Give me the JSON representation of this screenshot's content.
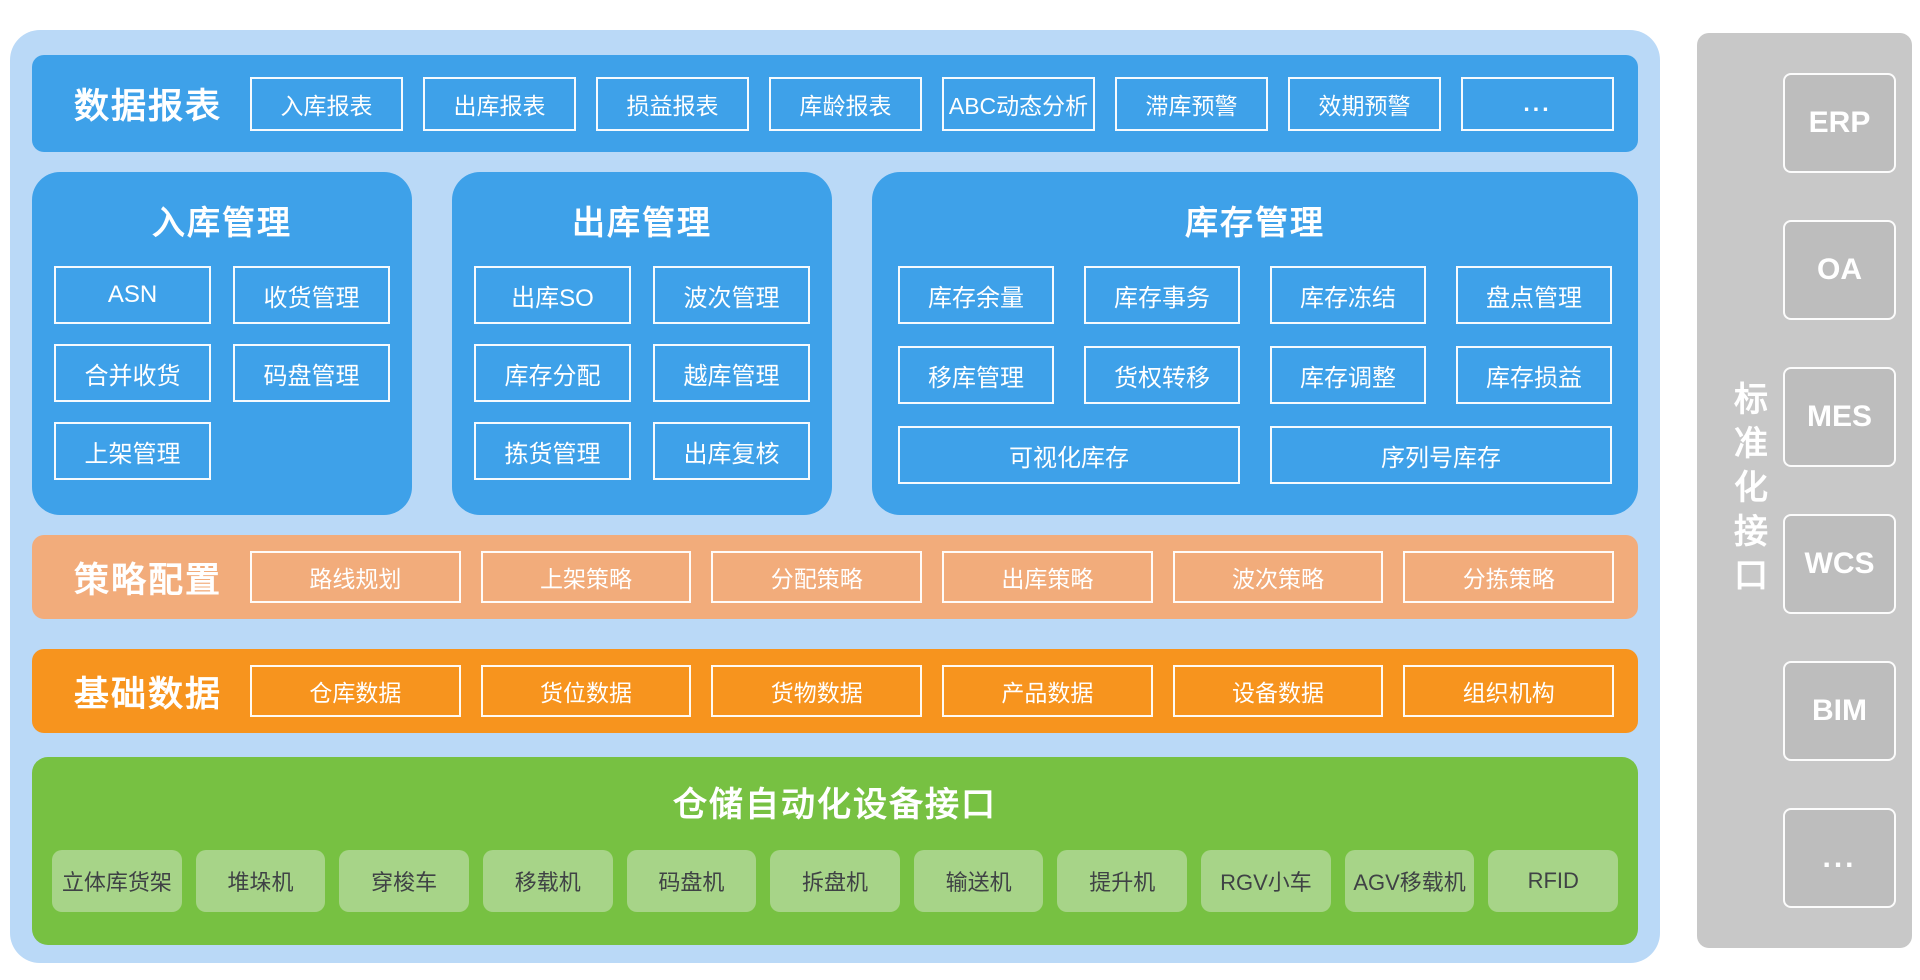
{
  "colors": {
    "page_bg": "#ffffff",
    "container_bg": "#bad9f7",
    "blue": "#3ea1e9",
    "salmon": "#f2ac7b",
    "orange": "#f7941e",
    "green": "#77c142",
    "green_item_bg": "#a7d488",
    "green_item_text": "#3f4245",
    "gray_panel": "#c8c8c8",
    "gray_item_bg": "#bdbdbd"
  },
  "report_bar": {
    "title": "数据报表",
    "items": [
      "入库报表",
      "出库报表",
      "损益报表",
      "库龄报表",
      "ABC动态分析",
      "滞库预警",
      "效期预警",
      "..."
    ]
  },
  "panels": {
    "inbound": {
      "title": "入库管理",
      "items": [
        "ASN",
        "收货管理",
        "合并收货",
        "码盘管理",
        "上架管理"
      ]
    },
    "outbound": {
      "title": "出库管理",
      "items": [
        "出库SO",
        "波次管理",
        "库存分配",
        "越库管理",
        "拣货管理",
        "出库复核"
      ]
    },
    "inventory": {
      "title": "库存管理",
      "items": [
        "库存余量",
        "库存事务",
        "库存冻结",
        "盘点管理",
        "移库管理",
        "货权转移",
        "库存调整",
        "库存损益"
      ],
      "wide_items": [
        "可视化库存",
        "序列号库存"
      ]
    }
  },
  "strategy_bar": {
    "title": "策略配置",
    "items": [
      "路线规划",
      "上架策略",
      "分配策略",
      "出库策略",
      "波次策略",
      "分拣策略"
    ]
  },
  "base_data_bar": {
    "title": "基础数据",
    "items": [
      "仓库数据",
      "货位数据",
      "货物数据",
      "产品数据",
      "设备数据",
      "组织机构"
    ]
  },
  "automation": {
    "title": "仓储自动化设备接口",
    "items": [
      "立体库货架",
      "堆垛机",
      "穿梭车",
      "移载机",
      "码盘机",
      "拆盘机",
      "输送机",
      "提升机",
      "RGV小车",
      "AGV移载机",
      "RFID"
    ]
  },
  "interface_panel": {
    "title": "标准化接口",
    "items": [
      "ERP",
      "OA",
      "MES",
      "WCS",
      "BIM",
      "..."
    ]
  }
}
